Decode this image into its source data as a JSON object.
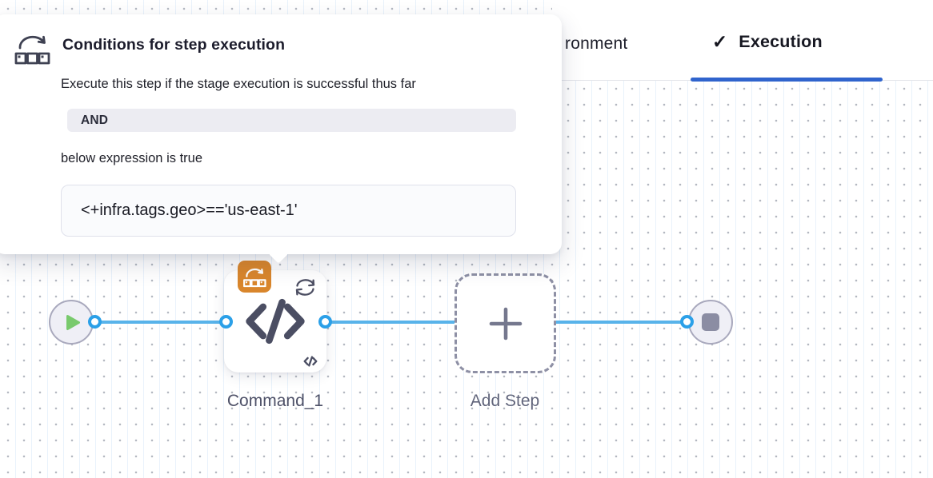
{
  "popover": {
    "title": "Conditions for step execution",
    "description": "Execute this step if the stage execution is successful thus far",
    "operator_badge": "AND",
    "condition_intro": "below expression is true",
    "expression": "<+infra.tags.geo>=='us-east-1'",
    "icon": "conditional-execution"
  },
  "tabs": {
    "partial_tab_label": "ronment",
    "active_tab": {
      "label": "Execution",
      "check_glyph": "✓",
      "state": "active"
    },
    "underline_color": "#3064cd"
  },
  "pipeline": {
    "start_node": {
      "icon": "play"
    },
    "steps": [
      {
        "name": "Command_1",
        "icon": "code",
        "badge": "conditional-execution",
        "decorator": "loop"
      },
      {
        "name": "Add Step",
        "type": "add-placeholder",
        "icon": "plus"
      }
    ],
    "end_node": {
      "icon": "stop"
    },
    "connector_color": "#58b3ea"
  },
  "colors": {
    "accent_blue_line": "#58b3ea",
    "connector_ring": "#2ba0e8",
    "tab_underline": "#3064cd",
    "badge_orange": "#d9862c",
    "node_slate": "#4b4e63",
    "play_green": "#79ca6d"
  }
}
